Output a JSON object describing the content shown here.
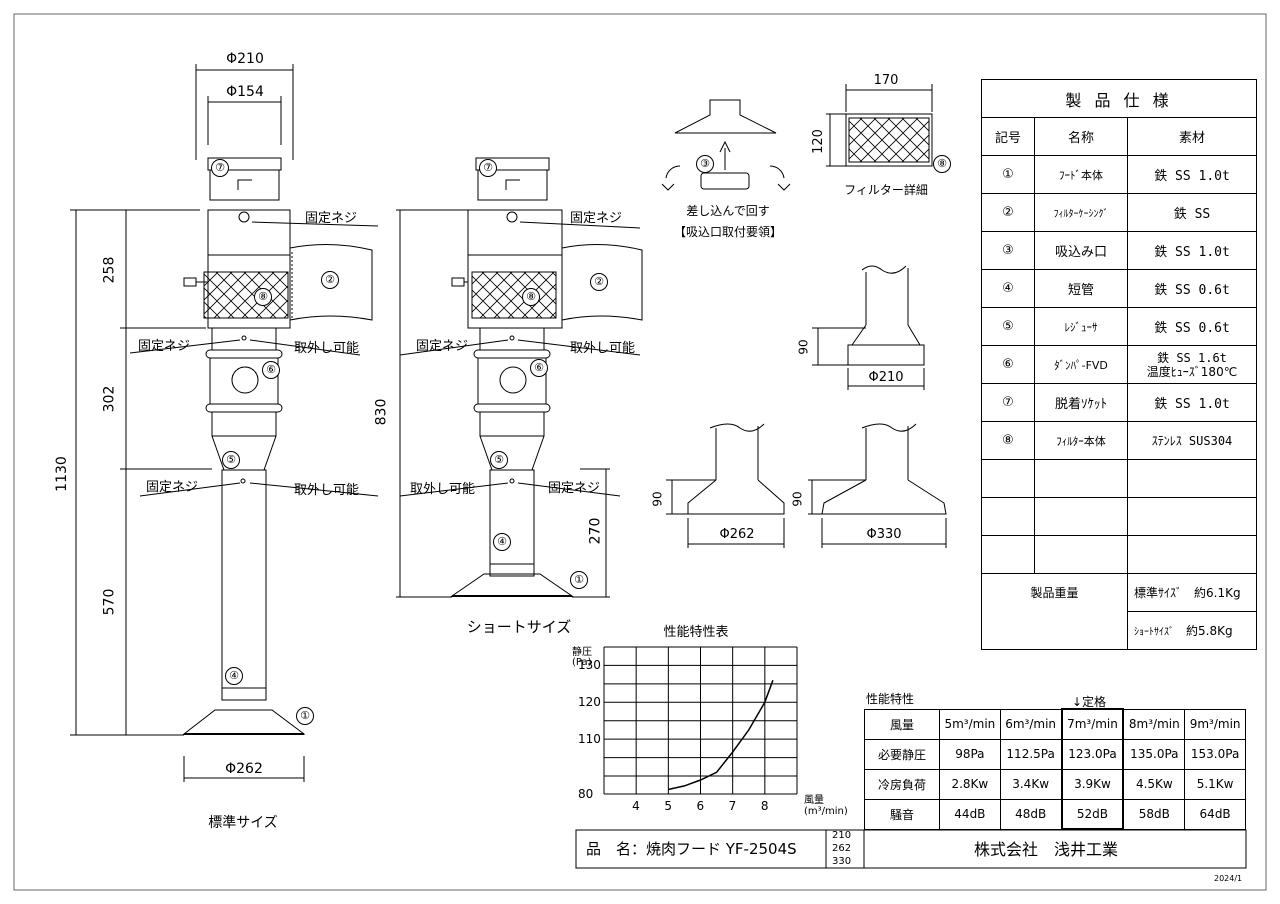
{
  "dims": {
    "std_d210": "Φ210",
    "std_d154": "Φ154",
    "std_258": "258",
    "std_302": "302",
    "std_1130": "1130",
    "std_570": "570",
    "std_d262": "Φ262",
    "short_830": "830",
    "short_270": "270",
    "filter_170": "170",
    "filter_120": "120",
    "red_90_a": "90",
    "red_d210": "Φ210",
    "red_90_b": "90",
    "red_d262": "Φ262",
    "red_90_c": "90",
    "red_d330": "Φ330"
  },
  "labels": {
    "screw": "固定ネジ",
    "removable": "取外し可能",
    "std_size": "標準サイズ",
    "short_size": "ショートサイズ",
    "filter_detail": "フィルター詳細",
    "insert_rotate": "差し込んで回す",
    "intake_guide": "【吸込口取付要領】"
  },
  "markers": {
    "m1": "①",
    "m2": "②",
    "m3": "③",
    "m4": "④",
    "m5": "⑤",
    "m6": "⑥",
    "m7": "⑦",
    "m8": "⑧"
  },
  "spec": {
    "title": "製 品 仕 様",
    "headers": [
      "記号",
      "名称",
      "素材"
    ],
    "rows": [
      {
        "no": "①",
        "name": "ﾌｰﾄﾞ本体",
        "material": "鉄 SS 1.0t"
      },
      {
        "no": "②",
        "name": "ﾌｨﾙﾀｰｹｰｼﾝｸﾞ",
        "material": "鉄 SS"
      },
      {
        "no": "③",
        "name": "吸込み口",
        "material": "鉄 SS 1.0t"
      },
      {
        "no": "④",
        "name": "短管",
        "material": "鉄 SS 0.6t"
      },
      {
        "no": "⑤",
        "name": "ﾚｼﾞｭｰｻ",
        "material": "鉄 SS 0.6t"
      },
      {
        "no": "⑥",
        "name": "ﾀﾞﾝﾊﾟ-FVD",
        "material": "鉄 SS 1.6t",
        "material2": "温度ﾋｭｰｽﾞ180℃"
      },
      {
        "no": "⑦",
        "name": "脱着ｿｹｯﾄ",
        "material": "鉄 SS 1.0t"
      },
      {
        "no": "⑧",
        "name": "ﾌｨﾙﾀｰ本体",
        "material": "ｽﾃﾝﾚｽ SUS304"
      }
    ],
    "weight_label": "製品重量",
    "weight_std_label": "標準ｻｲｽﾞ",
    "weight_std": "約6.1Kg",
    "weight_short_label": "ｼｮｰﾄｻｲｽﾞ",
    "weight_short": "約5.8Kg"
  },
  "chart_data": {
    "type": "line",
    "title": "性能特性表",
    "ylabel": "静圧",
    "yunit": "(Pa)",
    "xlabel": "風量",
    "xunit": "(m³/min)",
    "xlim": [
      3,
      9
    ],
    "ylim": [
      80,
      135
    ],
    "xticks": [
      "4",
      "5",
      "6",
      "7",
      "8"
    ],
    "yticks": [
      "80",
      "110",
      "120",
      "130"
    ],
    "grid": true,
    "series": [
      {
        "x": [
          5,
          5.5,
          6,
          6.5,
          7,
          7.5,
          8,
          8.25
        ],
        "y": [
          85,
          89,
          95.5,
          101,
          106.5,
          112.5,
          120,
          126
        ]
      }
    ]
  },
  "perf": {
    "title": "性能特性",
    "rated": "↓定格",
    "header": [
      "風量",
      "5m³/min",
      "6m³/min",
      "7m³/min",
      "8m³/min",
      "9m³/min"
    ],
    "rows": [
      [
        "必要静圧",
        "98Pa",
        "112.5Pa",
        "123.0Pa",
        "135.0Pa",
        "153.0Pa"
      ],
      [
        "冷房負荷",
        "2.8Kw",
        "3.4Kw",
        "3.9Kw",
        "4.5Kw",
        "5.1Kw"
      ],
      [
        "騒音",
        "44dB",
        "48dB",
        "52dB",
        "58dB",
        "64dB"
      ]
    ]
  },
  "title_block": {
    "product": "品　名：焼肉フード YF-2504S",
    "sizes": [
      "210",
      "262",
      "330"
    ],
    "company": "株式会社　浅井工業"
  },
  "date": "2024/1"
}
